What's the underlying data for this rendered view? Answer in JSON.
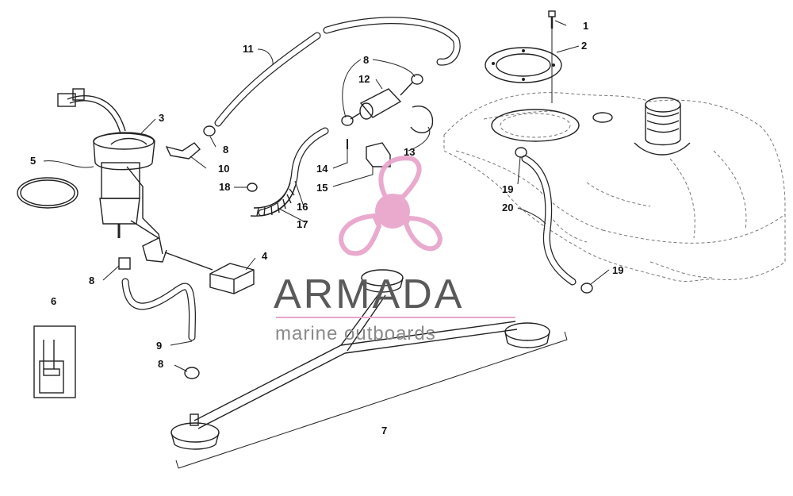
{
  "callouts": [
    {
      "id": "c1",
      "label": "1"
    },
    {
      "id": "c2",
      "label": "2"
    },
    {
      "id": "c3",
      "label": "3"
    },
    {
      "id": "c4",
      "label": "4"
    },
    {
      "id": "c5",
      "label": "5"
    },
    {
      "id": "c6",
      "label": "6"
    },
    {
      "id": "c7",
      "label": "7"
    },
    {
      "id": "c8a",
      "label": "8"
    },
    {
      "id": "c8b",
      "label": "8"
    },
    {
      "id": "c8c",
      "label": "8"
    },
    {
      "id": "c8d",
      "label": "8"
    },
    {
      "id": "c9",
      "label": "9"
    },
    {
      "id": "c10",
      "label": "10"
    },
    {
      "id": "c11",
      "label": "11"
    },
    {
      "id": "c12",
      "label": "12"
    },
    {
      "id": "c13",
      "label": "13"
    },
    {
      "id": "c14",
      "label": "14"
    },
    {
      "id": "c15",
      "label": "15"
    },
    {
      "id": "c16",
      "label": "16"
    },
    {
      "id": "c17",
      "label": "17"
    },
    {
      "id": "c18",
      "label": "18"
    },
    {
      "id": "c19a",
      "label": "19"
    },
    {
      "id": "c19b",
      "label": "19"
    },
    {
      "id": "c20",
      "label": "20"
    }
  ],
  "watermark": {
    "brand": "ARMADA",
    "tagline": "marine outboards",
    "logo_color": "#e8a6cc",
    "text_color": "#5a5a5a"
  }
}
